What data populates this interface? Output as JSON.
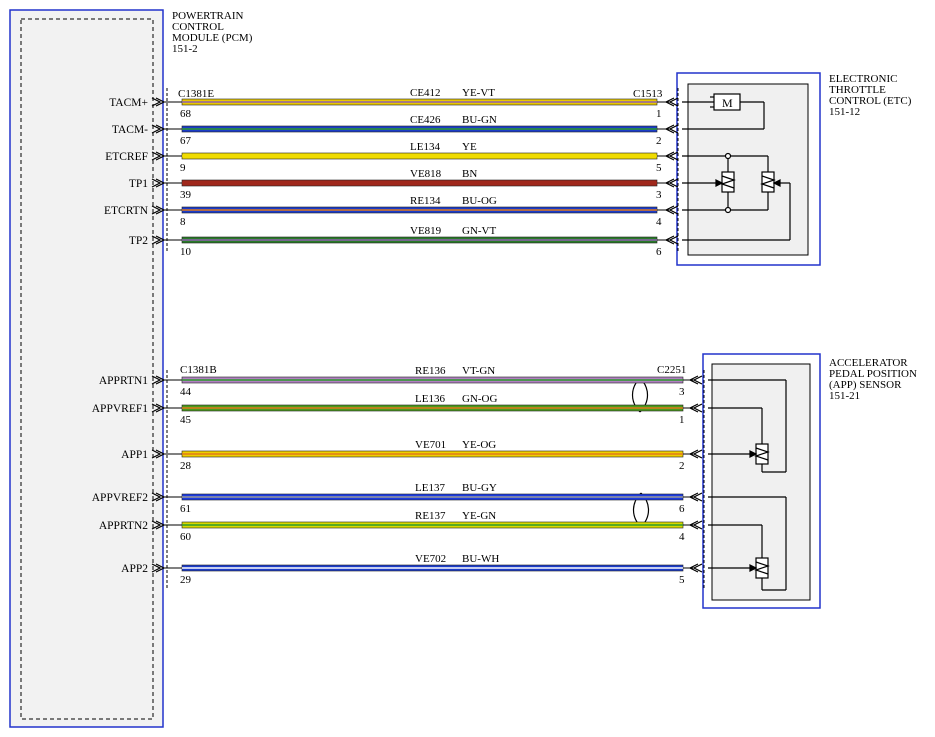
{
  "pcm": {
    "title_lines": [
      "POWERTRAIN",
      "CONTROL",
      "MODULE (PCM)",
      "151-2"
    ],
    "color": "#2233cc"
  },
  "etc": {
    "title_lines": [
      "ELECTRONIC",
      "THROTTLE",
      "CONTROL (ETC)",
      "151-12"
    ],
    "connector_pcm": "C1381E",
    "connector_dev": "C1513"
  },
  "app": {
    "title_lines": [
      "ACCELERATOR",
      "PEDAL POSITION",
      "(APP) SENSOR",
      "151-21"
    ],
    "connector_pcm": "C1381B",
    "connector_dev": "C2251"
  },
  "etc_wires": [
    {
      "signal": "TACM+",
      "pcm_pin": "68",
      "circuit": "CE412",
      "color_code": "YE-VT",
      "dev_pin": "1",
      "main": "#e8c800",
      "stripe": "#9060b0"
    },
    {
      "signal": "TACM-",
      "pcm_pin": "67",
      "circuit": "CE426",
      "color_code": "BU-GN",
      "dev_pin": "2",
      "main": "#1c3cc8",
      "stripe": "#2c9a2c"
    },
    {
      "signal": "ETCREF",
      "pcm_pin": "9",
      "circuit": "LE134",
      "color_code": "YE",
      "dev_pin": "5",
      "main": "#f0dc00",
      "stripe": "#f0dc00"
    },
    {
      "signal": "TP1",
      "pcm_pin": "39",
      "circuit": "VE818",
      "color_code": "BN",
      "dev_pin": "3",
      "main": "#a0281c",
      "stripe": "#a0281c"
    },
    {
      "signal": "ETCRTN",
      "pcm_pin": "8",
      "circuit": "RE134",
      "color_code": "BU-OG",
      "dev_pin": "4",
      "main": "#1c3cc8",
      "stripe": "#e07a1c"
    },
    {
      "signal": "TP2",
      "pcm_pin": "10",
      "circuit": "VE819",
      "color_code": "GN-VT",
      "dev_pin": "6",
      "main": "#2a7a2a",
      "stripe": "#9060b0"
    }
  ],
  "app_wires": [
    {
      "signal": "APPRTN1",
      "pcm_pin": "44",
      "circuit": "RE136",
      "color_code": "VT-GN",
      "dev_pin": "3",
      "main": "#b080c0",
      "stripe": "#2c9a2c"
    },
    {
      "signal": "APPVREF1",
      "pcm_pin": "45",
      "circuit": "LE136",
      "color_code": "GN-OG",
      "dev_pin": "1",
      "main": "#4a9a1c",
      "stripe": "#e07a1c"
    },
    {
      "signal": "APP1",
      "pcm_pin": "28",
      "circuit": "VE701",
      "color_code": "YE-OG",
      "dev_pin": "2",
      "main": "#f0d000",
      "stripe": "#e07a1c"
    },
    {
      "signal": "APPVREF2",
      "pcm_pin": "61",
      "circuit": "LE137",
      "color_code": "BU-GY",
      "dev_pin": "6",
      "main": "#1c3ce0",
      "stripe": "#9a9a9a"
    },
    {
      "signal": "APPRTN2",
      "pcm_pin": "60",
      "circuit": "RE137",
      "color_code": "YE-GN",
      "dev_pin": "4",
      "main": "#d8d800",
      "stripe": "#2c9a2c"
    },
    {
      "signal": "APP2",
      "pcm_pin": "29",
      "circuit": "VE702",
      "color_code": "BU-WH",
      "dev_pin": "5",
      "main": "#1c3cc8",
      "stripe": "#ffffff"
    }
  ],
  "motor_label": "M"
}
